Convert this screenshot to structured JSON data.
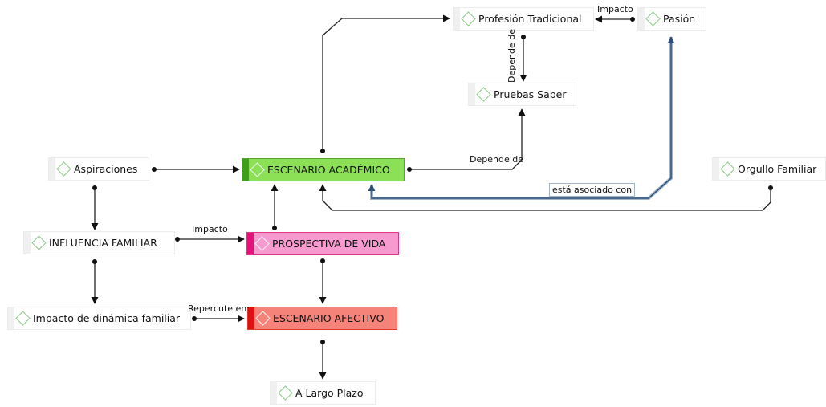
{
  "nodes": {
    "profesion": "Profesión Tradicional",
    "pasion": "Pasión",
    "pruebas": "Pruebas Saber",
    "aspiraciones": "Aspiraciones",
    "academico": "ESCENARIO ACADÉMICO",
    "orgullo": "Orgullo Familiar",
    "influencia": "INFLUENCIA FAMILIAR",
    "prospectiva": "PROSPECTIVA DE VIDA",
    "impacto_dinamica": "Impacto de dinámica familiar",
    "afectivo": "ESCENARIO AFECTIVO",
    "largo_plazo": "A Largo Plazo"
  },
  "edge_labels": {
    "impacto_top": "Impacto",
    "depende_vertical": "Depende de",
    "depende_mid": "Depende de",
    "asociado": "está asociado con",
    "impacto_mid": "Impacto",
    "repercute": "Repercute en:"
  },
  "colors": {
    "academico": "#8be056",
    "prospectiva": "#f79ad0",
    "afectivo": "#f6837a",
    "highlight_link": "#2f4f78"
  }
}
